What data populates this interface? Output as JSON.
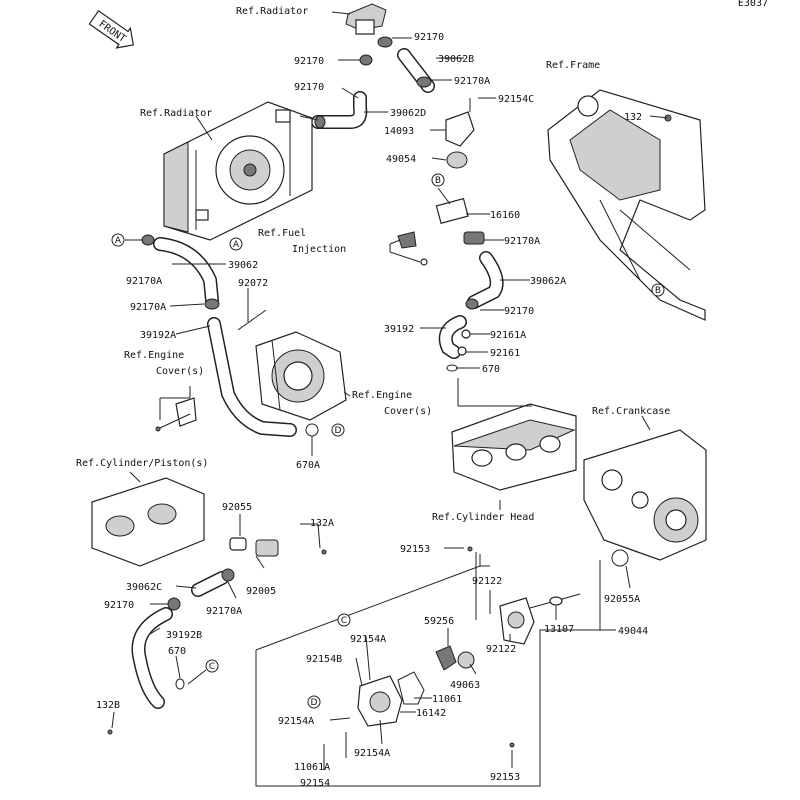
{
  "diagram_id": "E3037",
  "front_marker": "FRONT",
  "refs": {
    "radiator_top": "Ref.Radiator",
    "radiator_left": "Ref.Radiator",
    "frame": "Ref.Frame",
    "fuel_line1": "Ref.Fuel",
    "fuel_line2": "Injection",
    "engine_cover_l1": "Ref.Engine",
    "engine_cover_l2": "Cover(s)",
    "engine_cover_r1": "Ref.Engine",
    "engine_cover_r2": "Cover(s)",
    "crankcase": "Ref.Crankcase",
    "cylinder_piston": "Ref.Cylinder/Piston(s)",
    "cylinder_head": "Ref.Cylinder Head"
  },
  "callouts": {
    "A": "A",
    "B": "B",
    "C": "C",
    "D": "D"
  },
  "parts": {
    "p92170_top": "92170",
    "p92170_l": "92170",
    "p39062B": "39062B",
    "p92170A_top": "92170A",
    "p92170_mid": "92170",
    "p92154C": "92154C",
    "p39062D": "39062D",
    "p14093": "14093",
    "p49054": "49054",
    "p16160": "16160",
    "p92170A_b": "92170A",
    "p39062A": "39062A",
    "p92170_c": "92170",
    "p39192": "39192",
    "p92161A": "92161A",
    "p92161": "92161",
    "p670": "670",
    "p132": "132",
    "p92170A_l": "92170A",
    "p39062": "39062",
    "p92170A_l2": "92170A",
    "p92072": "92072",
    "p39192A": "39192A",
    "p670A": "670A",
    "p92055": "92055",
    "p132A": "132A",
    "p92005": "92005",
    "p39062C": "39062C",
    "p92170_lw": "92170",
    "p92170A_lw": "92170A",
    "p39192B": "39192B",
    "p670_lw": "670",
    "p132B": "132B",
    "p92153_top": "92153",
    "p92122_a": "92122",
    "p92055A": "92055A",
    "p13107": "13107",
    "p49044": "49044",
    "p59256": "59256",
    "p92154A_a": "92154A",
    "p92154B": "92154B",
    "p49063": "49063",
    "p92122_b": "92122",
    "p11061": "11061",
    "p16142": "16142",
    "p92154A_b": "92154A",
    "p92154A_c": "92154A",
    "p11061A": "11061A",
    "p92154": "92154",
    "p92153_bot": "92153"
  }
}
